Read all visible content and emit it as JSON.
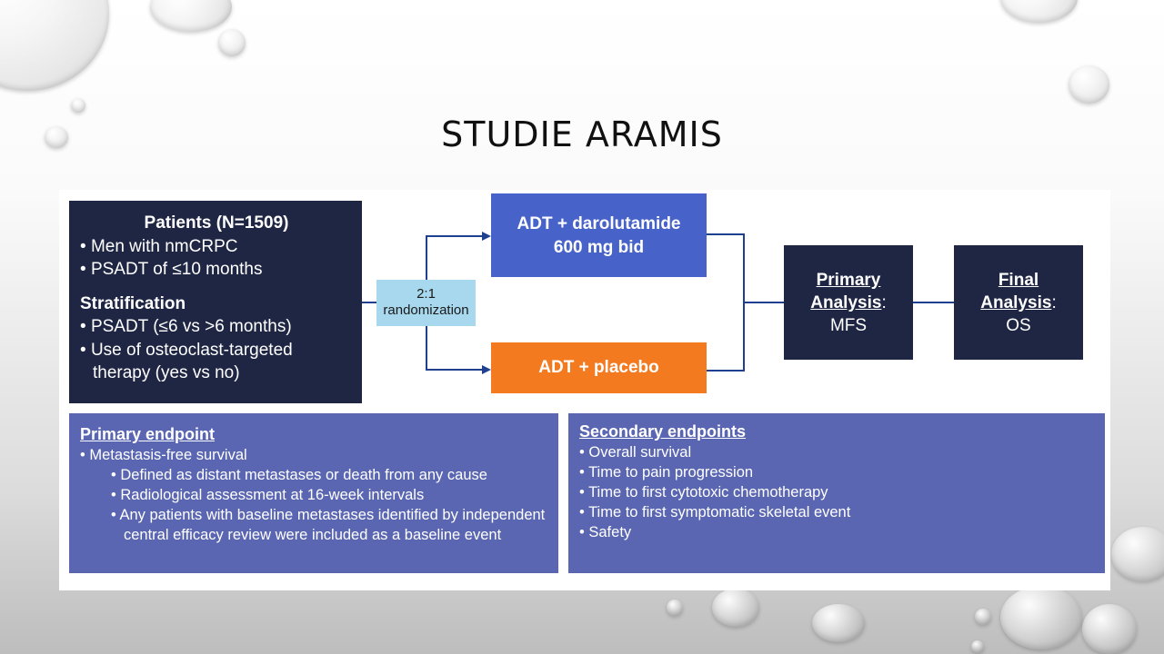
{
  "slide": {
    "title": "STUDIE ARAMIS"
  },
  "diagram": {
    "patients": {
      "heading": "Patients (N=1509)",
      "items": [
        "Men with nmCRPC",
        "PSADT of ≤10 months"
      ],
      "stratification_heading": "Stratification",
      "stratification_items": [
        "PSADT (≤6 vs >6 months)",
        "Use of osteoclast-targeted therapy (yes vs no)"
      ]
    },
    "randomization": {
      "line1": "2:1",
      "line2": "randomization"
    },
    "arm_a": {
      "line1": "ADT + darolutamide",
      "line2": "600 mg bid"
    },
    "arm_b": {
      "label": "ADT + placebo"
    },
    "primary_analysis": {
      "line1": "Primary",
      "line2": "Analysis",
      "colon": ":",
      "value": "MFS"
    },
    "final_analysis": {
      "line1": "Final",
      "line2": "Analysis",
      "colon": ":",
      "value": "OS"
    },
    "primary_endpoint": {
      "heading": "Primary endpoint",
      "item": "Metastasis-free survival",
      "subitems": [
        "Defined as distant metastases or death from any cause",
        "Radiological assessment at 16-week intervals",
        "Any patients with baseline metastases identified by independent central efficacy review were included as a baseline event"
      ]
    },
    "secondary_endpoints": {
      "heading": "Secondary endpoints",
      "items": [
        "Overall survival",
        "Time to pain progression",
        "Time to first cytotoxic chemotherapy",
        "Time to first symptomatic skeletal event",
        "Safety"
      ]
    },
    "colors": {
      "navy": "#1f2644",
      "blue": "#4763c9",
      "orange": "#f47a20",
      "lightblue": "#a7d8ee",
      "purple": "#5a66b2",
      "connector": "#1f3f8f"
    }
  }
}
